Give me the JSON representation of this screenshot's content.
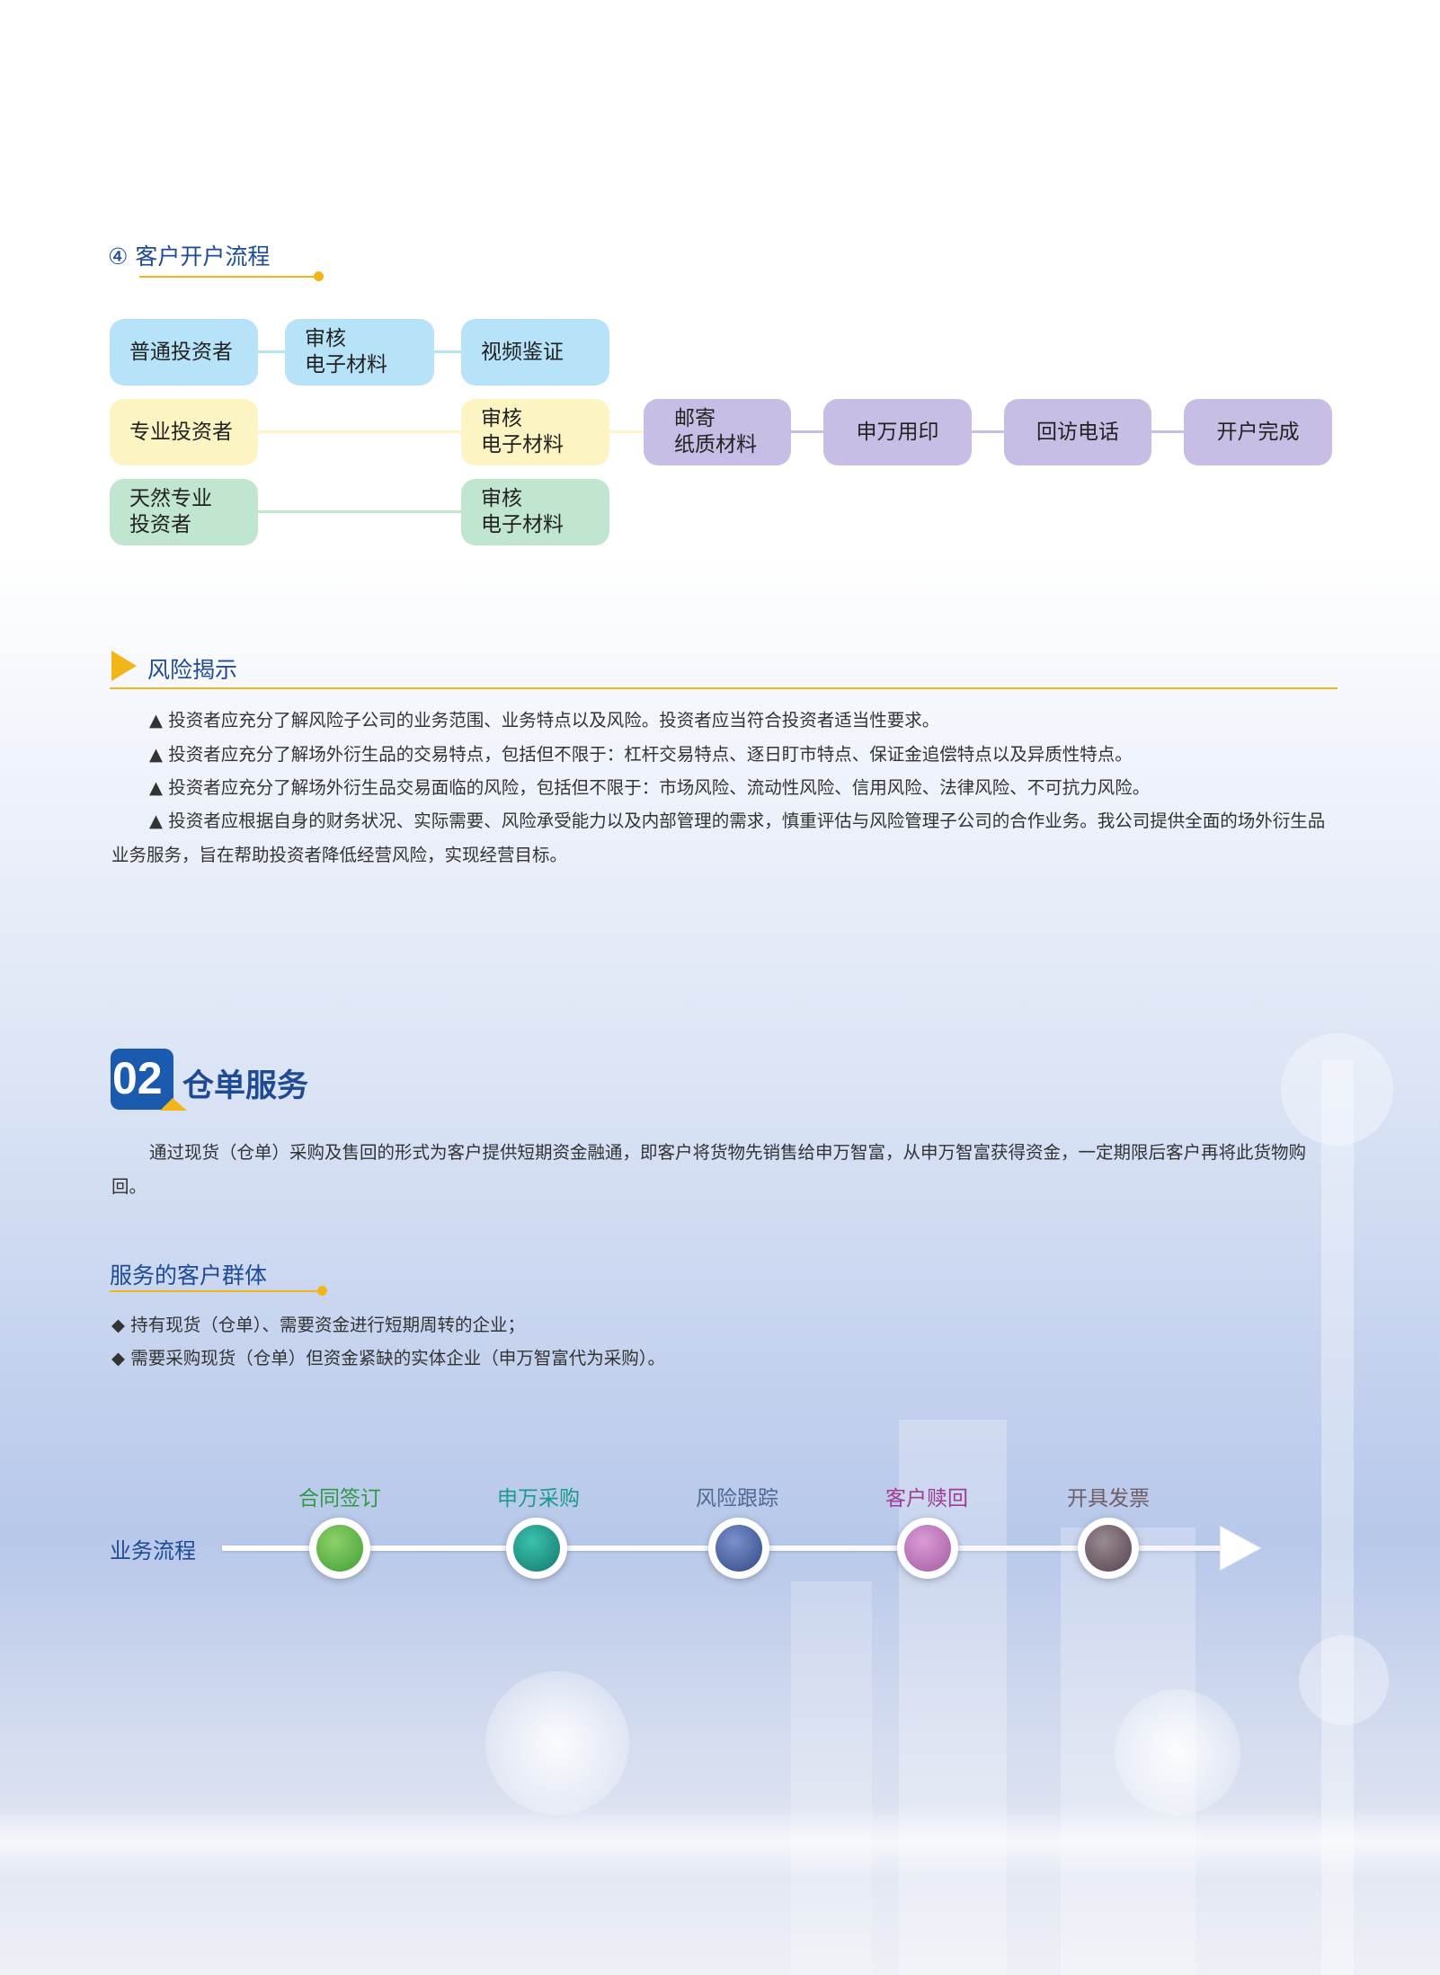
{
  "section4": {
    "number": "④",
    "title": "客户开户流程",
    "rows": [
      {
        "start": "普通投资者",
        "steps": [
          "审核\n电子材料",
          "视频鉴证"
        ]
      },
      {
        "start": "专业投资者",
        "steps": [
          "审核\n电子材料"
        ]
      },
      {
        "start": "天然专业\n投资者",
        "steps": [
          "审核\n电子材料"
        ]
      }
    ],
    "common_steps": [
      "邮寄\n纸质材料",
      "申万用印",
      "回访电话",
      "开户完成"
    ]
  },
  "risk": {
    "title": "风险揭示",
    "items": [
      "▲ 投资者应充分了解风险子公司的业务范围、业务特点以及风险。投资者应当符合投资者适当性要求。",
      "▲ 投资者应充分了解场外衍生品的交易特点，包括但不限于：杠杆交易特点、逐日盯市特点、保证金追偿特点以及异质性特点。",
      "▲ 投资者应充分了解场外衍生品交易面临的风险，包括但不限于：市场风险、流动性风险、信用风险、法律风险、不可抗力风险。",
      "▲ 投资者应根据自身的财务状况、实际需要、风险承受能力以及内部管理的需求，慎重评估与风险管理子公司的合作业务。我公司提供全面的场外衍生品业务服务，旨在帮助投资者降低经营风险，实现经营目标。"
    ]
  },
  "section02": {
    "number": "02",
    "title": "仓单服务",
    "intro": "通过现货（仓单）采购及售回的形式为客户提供短期资金融通，即客户将货物先销售给申万智富，从申万智富获得资金，一定期限后客户再将此货物购回。",
    "customers_title": "服务的客户群体",
    "customers": [
      "◆ 持有现货（仓单）、需要资金进行短期周转的企业；",
      "◆ 需要采购现货（仓单）但资金紧缺的实体企业（申万智富代为采购）。"
    ],
    "flow_label": "业务流程",
    "flow_steps": [
      {
        "label": "合同签订",
        "color": "#2e9a46",
        "fill": "#5bb848"
      },
      {
        "label": "申万采购",
        "color": "#1a9a8a",
        "fill": "#19968a"
      },
      {
        "label": "风险跟踪",
        "color": "#4d6a92",
        "fill": "#3e5f96"
      },
      {
        "label": "客户赎回",
        "color": "#a23b94",
        "fill": "#b766b4"
      },
      {
        "label": "开具发票",
        "color": "#6e5e66",
        "fill": "#6e5968"
      }
    ]
  }
}
